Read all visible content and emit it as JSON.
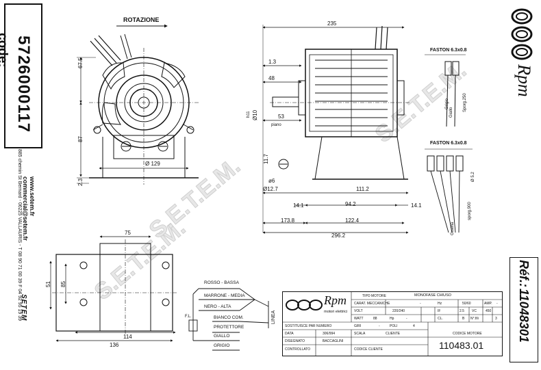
{
  "side_panel": {
    "code_label": "code:",
    "code_value": "5726000117",
    "website": "www.setem.fr",
    "email": "commercial@setem.fr",
    "address": "885 chemin St Bernard - 06225 VALLAURIS - T 08 90 71 00 39 F 04 92 95 19 39",
    "logo_text": "SETEM"
  },
  "right_panel": {
    "brand": "Rpm",
    "ref_label": "Réf.:",
    "ref_value": "11048301"
  },
  "drawing": {
    "rotation_label": "ROTAZIONE",
    "dim_67_5": "67.5",
    "dim_87": "87",
    "dim_2_3": "2.3",
    "dim_129": "Ø 129",
    "dim_235": "235",
    "dim_1_3": "1.3",
    "dim_48": "48",
    "dim_h11": "h11",
    "dim_10": "Ø10",
    "dim_53": "53",
    "piano": "piano",
    "dim_11_7": "11.7",
    "dim_6": "ø6",
    "dim_12_7": "Ø12.7",
    "dim_111_2": "111.2",
    "dim_14_1_left": "14.1",
    "dim_94_2": "94.2",
    "dim_14_1_right": "14.1",
    "dim_173_8": "173.8",
    "dim_122_4": "122.4",
    "dim_296_2": "296.2",
    "dim_75": "75",
    "dim_51": "51",
    "dim_85": "85",
    "dim_114": "114",
    "dim_136": "136",
    "faston_top": "FASTON 6.3x0.8",
    "faston_bottom": "FASTON 6.3x0.8",
    "grigio": "Grigio",
    "giallo": "Giallo",
    "sporg_250": "Sporg.250",
    "sporg_900": "sporg.900",
    "guaina": "Guaina",
    "dim_5_2": "Ø 5.2"
  },
  "wiring": {
    "labels": [
      "ROSSO - BASSA",
      "MARRONE - MEDIA",
      "NERO - ALTA",
      "BIANCO COM.",
      "PROTETTORE",
      "GIALLO",
      "GRIGIO"
    ],
    "fl": "F.L.",
    "linea": "LINEA"
  },
  "title_block": {
    "brand": "Rpm",
    "brand_sub": "motori elettrici",
    "tipo_motore_label": "TIPO MOTORE",
    "tipo_motore_value": "MONOFASE CHIUSO",
    "carat_label": "CARAT. MECCANICHE",
    "carat_value": "-",
    "volt_label": "VOLT",
    "volt_value": "220/240",
    "hz_label": "Hz",
    "hz_value": "50/60",
    "amp_label": "AMP.",
    "amp_value": "-",
    "watt_label": "WATT",
    "watt_value": "88",
    "hp_label": "Hp",
    "hp_value": "-",
    "if_label": "IF",
    "if_value": "2.5",
    "vc_label": "VC",
    "vc_value": "450",
    "giri_label": "GIRI",
    "giri_value": "-",
    "poli_label": "POLI",
    "poli_value": "4",
    "cl_label": "CL.",
    "cl_value": "B",
    "nfili_label": "N°.fili",
    "nfili_value": "3",
    "sostituisce": "SOSTITUISCE PAR NUMERO",
    "data_label": "DATA",
    "data_value": "306/994",
    "scala_label": "SCALA",
    "cliente_label": "CLIENTE",
    "codice_motore_label": "CODICE MOTORE",
    "disegnato_label": "DISEGNATO",
    "disegnato_value": "BACCAGLINI",
    "codice_motore_value": "110483.01",
    "controllato_label": "CONTROLLATO",
    "codice_cliente_label": "CODICE CLIENTE"
  },
  "watermark": "S.E.T.E.M."
}
